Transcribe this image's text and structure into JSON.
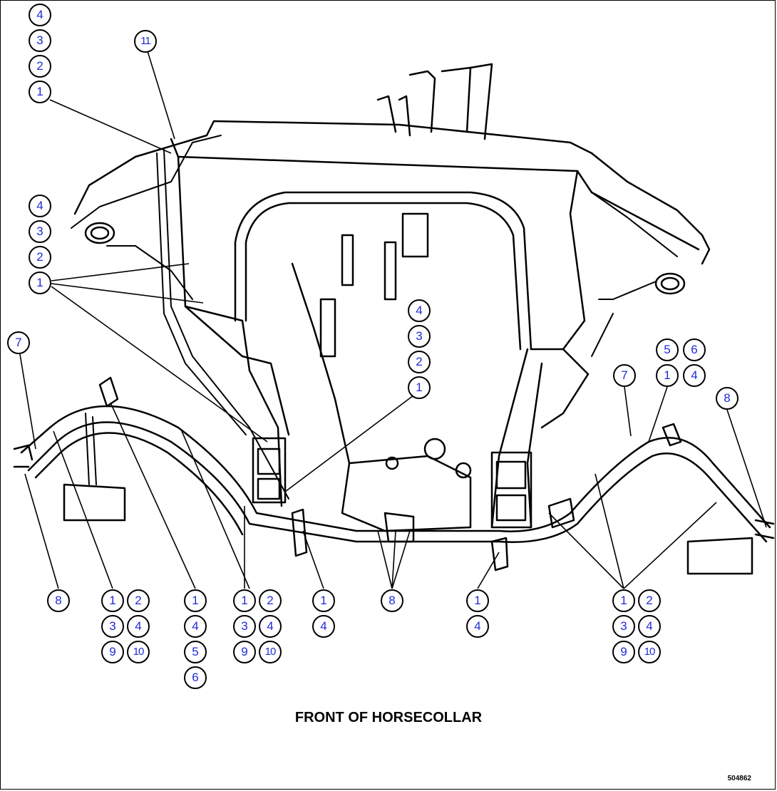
{
  "caption": "FRONT OF HORSECOLLAR",
  "figure_id": "504862",
  "callouts": [
    {
      "label": "4"
    },
    {
      "label": "3"
    },
    {
      "label": "2"
    },
    {
      "label": "1"
    },
    {
      "label": "11"
    },
    {
      "label": "4"
    },
    {
      "label": "3"
    },
    {
      "label": "2"
    },
    {
      "label": "1"
    },
    {
      "label": "7"
    },
    {
      "label": "4"
    },
    {
      "label": "3"
    },
    {
      "label": "2"
    },
    {
      "label": "1"
    },
    {
      "label": "5"
    },
    {
      "label": "6"
    },
    {
      "label": "1"
    },
    {
      "label": "4"
    },
    {
      "label": "7"
    },
    {
      "label": "8"
    },
    {
      "label": "8"
    },
    {
      "label": "1"
    },
    {
      "label": "2"
    },
    {
      "label": "3"
    },
    {
      "label": "4"
    },
    {
      "label": "9"
    },
    {
      "label": "10"
    },
    {
      "label": "1"
    },
    {
      "label": "4"
    },
    {
      "label": "5"
    },
    {
      "label": "6"
    },
    {
      "label": "1"
    },
    {
      "label": "2"
    },
    {
      "label": "3"
    },
    {
      "label": "4"
    },
    {
      "label": "9"
    },
    {
      "label": "10"
    },
    {
      "label": "1"
    },
    {
      "label": "4"
    },
    {
      "label": "8"
    },
    {
      "label": "1"
    },
    {
      "label": "4"
    },
    {
      "label": "1"
    },
    {
      "label": "2"
    },
    {
      "label": "3"
    },
    {
      "label": "4"
    },
    {
      "label": "9"
    },
    {
      "label": "10"
    }
  ]
}
